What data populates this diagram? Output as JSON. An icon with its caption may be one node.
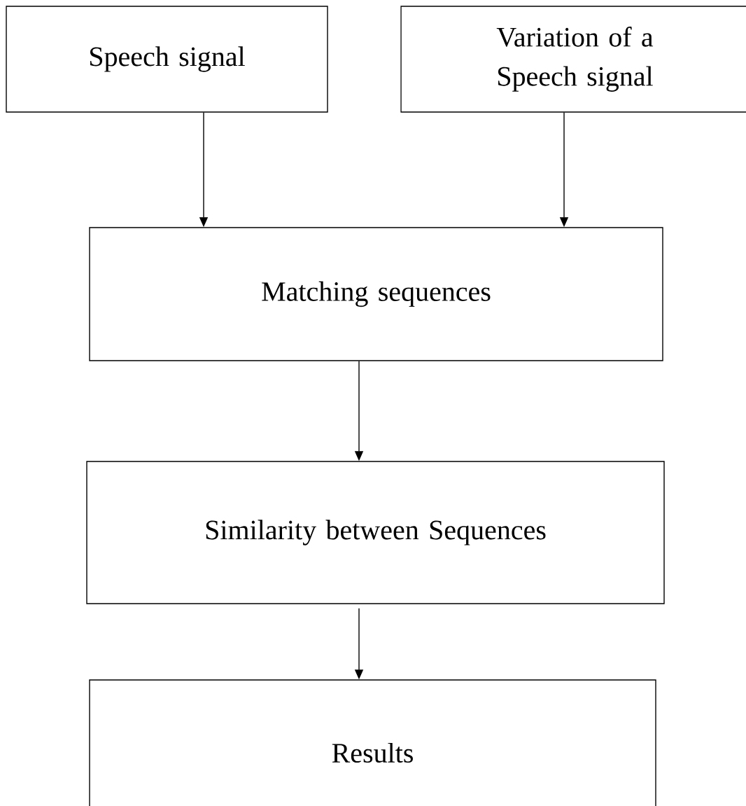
{
  "diagram": {
    "nodes": [
      {
        "text": [
          "Speech signal"
        ]
      },
      {
        "text": [
          "Variation of a Speech signal"
        ]
      },
      {
        "text": [
          "Matching sequences"
        ]
      },
      {
        "text": [
          "Similarity between Sequences"
        ]
      },
      {
        "text": [
          "Results"
        ]
      }
    ],
    "edges": [
      {
        "from": 0,
        "to": 2,
        "arrow": "to"
      },
      {
        "from": 1,
        "to": 2,
        "arrow": "to"
      },
      {
        "from": 2,
        "to": 3,
        "arrow": "to"
      },
      {
        "from": 3,
        "to": 4,
        "arrow": "to"
      }
    ]
  }
}
